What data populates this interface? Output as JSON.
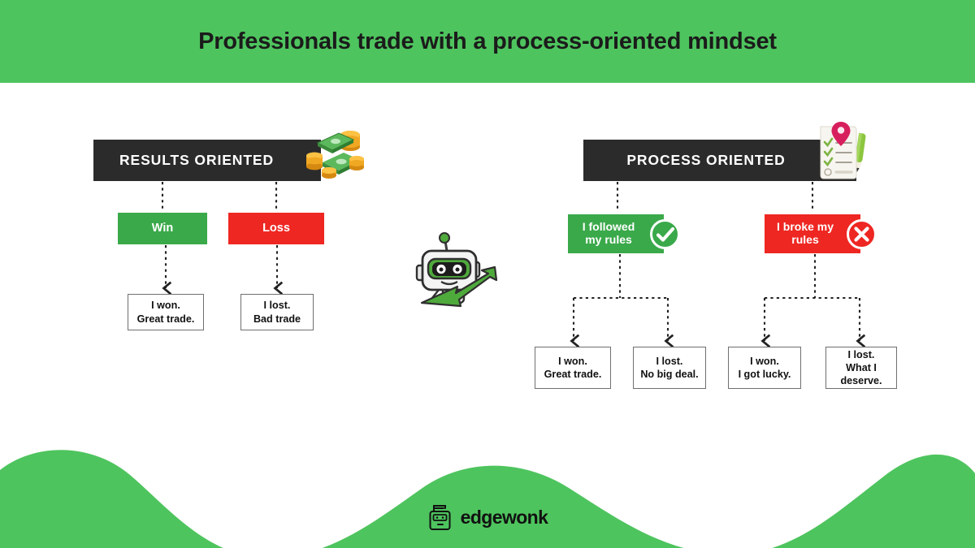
{
  "header": {
    "title": "Professionals trade with a process-oriented mindset",
    "band_color": "#4ec45e"
  },
  "colors": {
    "band_green": "#4ec45e",
    "chip_green": "#3aa94a",
    "chip_red": "#ee2722",
    "bar_dark": "#2b2b2b",
    "box_border": "#6f6f6f",
    "text_dark": "#111111"
  },
  "diagram_data": {
    "type": "diagram",
    "layout": "two side-by-side decision trees",
    "columns": [
      {
        "id": "results-oriented",
        "bar_label": "RESULTS ORIENTED",
        "icon": "money-cash-coins-icon",
        "branches": [
          {
            "chip_label": "Win",
            "chip_color": "green",
            "badge": null,
            "outcomes": [
              {
                "lines": [
                  "I won.",
                  "Great trade."
                ]
              }
            ]
          },
          {
            "chip_label": "Loss",
            "chip_color": "red",
            "badge": null,
            "outcomes": [
              {
                "lines": [
                  "I lost.",
                  "Bad trade"
                ]
              }
            ]
          }
        ]
      },
      {
        "id": "process-oriented",
        "bar_label": "PROCESS ORIENTED",
        "icon": "checklist-clipboard-pen-icon",
        "branches": [
          {
            "chip_label": "I followed my rules",
            "chip_line_1": "I followed",
            "chip_line_2": "my rules",
            "chip_color": "green",
            "badge": "check-circle-icon",
            "outcomes": [
              {
                "lines": [
                  "I won.",
                  "Great trade."
                ]
              },
              {
                "lines": [
                  "I lost.",
                  "No big deal."
                ]
              }
            ]
          },
          {
            "chip_label": "I broke my rules",
            "chip_line_1": "I broke my",
            "chip_line_2": "rules",
            "chip_color": "red",
            "badge": "cross-circle-icon",
            "outcomes": [
              {
                "lines": [
                  "I won.",
                  "I got lucky."
                ]
              },
              {
                "lines": [
                  "I lost.",
                  "What I",
                  "deserve."
                ]
              }
            ]
          }
        ]
      }
    ],
    "mascot": "robot-with-green-arrow-mascot",
    "connector_style": "dashed with arrowheads"
  },
  "footer": {
    "logo_text": "edgewonk",
    "logo_icon": "robot-head-icon"
  }
}
